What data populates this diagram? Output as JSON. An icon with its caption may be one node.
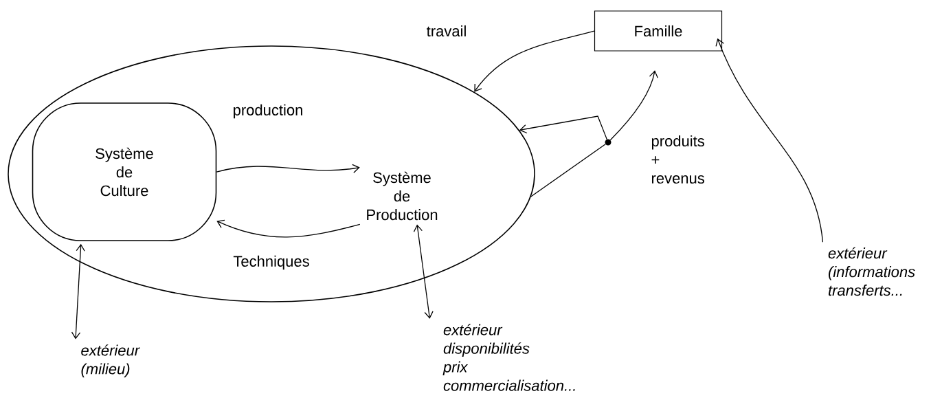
{
  "diagram": {
    "nodes": [
      {
        "text": [],
        "shape": "ellipse"
      },
      {
        "text": [
          "Système de Culture"
        ],
        "in": 0
      },
      {
        "text": [
          "Système de Production"
        ],
        "in": 0
      },
      {
        "text": [
          "Famille"
        ]
      },
      {
        "text": [],
        "shape": "circle"
      },
      {
        "text": [
          "extérieur (milieu)"
        ]
      },
      {
        "text": [
          "extérieur",
          "disponibilités",
          "prix",
          "commercialisation..."
        ]
      },
      {
        "text": [
          "extérieur",
          "(informations transferts..."
        ]
      }
    ],
    "edges": [
      {
        "from": 1,
        "to": 2,
        "arrow": "to",
        "label": "production"
      },
      {
        "from": 2,
        "to": 1,
        "arrow": "to",
        "label": "Techniques"
      },
      {
        "from": 3,
        "to": 0,
        "arrow": "to",
        "label": "travail"
      },
      {
        "from": 0,
        "to": 4,
        "arrow": "none"
      },
      {
        "from": 4,
        "to": 3,
        "arrow": "to",
        "label": "produits + revenus"
      },
      {
        "from": 4,
        "to": 0,
        "arrow": "to"
      },
      {
        "from": 5,
        "to": 1,
        "arrow": "both"
      },
      {
        "from": 6,
        "to": 2,
        "arrow": "both"
      },
      {
        "from": 7,
        "to": 3,
        "arrow": "to"
      }
    ]
  }
}
